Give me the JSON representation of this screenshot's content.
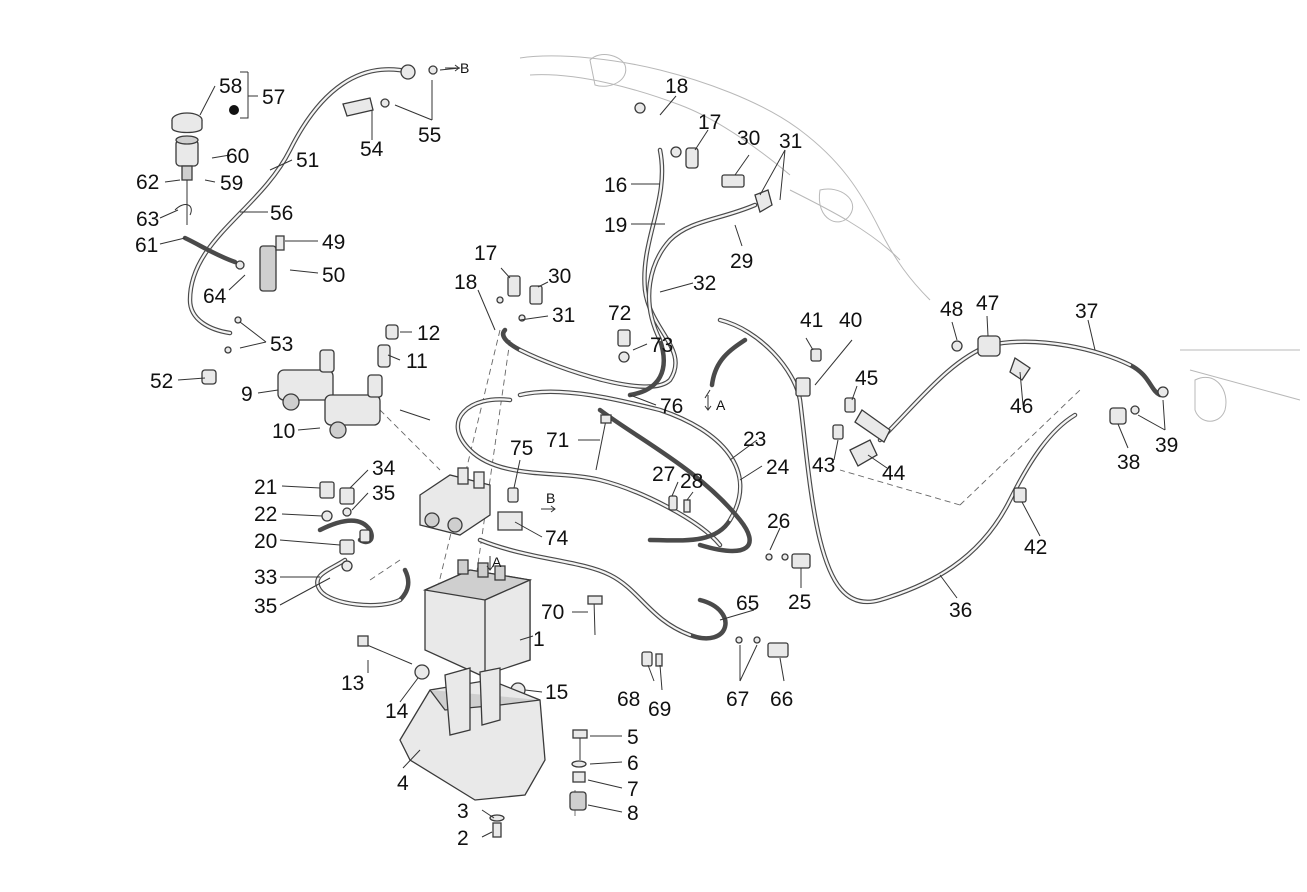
{
  "labels": {
    "l1": "1",
    "l2": "2",
    "l3": "3",
    "l4": "4",
    "l5": "5",
    "l6": "6",
    "l7": "7",
    "l8": "8",
    "l9": "9",
    "l10": "10",
    "l11": "11",
    "l12": "12",
    "l13": "13",
    "l14": "14",
    "l15": "15",
    "l16": "16",
    "l17a": "17",
    "l17b": "17",
    "l18a": "18",
    "l18b": "18",
    "l19": "19",
    "l20": "20",
    "l21": "21",
    "l22": "22",
    "l23": "23",
    "l24": "24",
    "l25": "25",
    "l26": "26",
    "l27": "27",
    "l28": "28",
    "l29": "29",
    "l30a": "30",
    "l30b": "30",
    "l31a": "31",
    "l31b": "31",
    "l32": "32",
    "l33": "33",
    "l34": "34",
    "l35a": "35",
    "l35b": "35",
    "l36": "36",
    "l37": "37",
    "l38": "38",
    "l39": "39",
    "l40": "40",
    "l41": "41",
    "l42": "42",
    "l43": "43",
    "l44": "44",
    "l45": "45",
    "l46": "46",
    "l47": "47",
    "l48": "48",
    "l49": "49",
    "l50": "50",
    "l51": "51",
    "l52": "52",
    "l53": "53",
    "l54": "54",
    "l55": "55",
    "l56": "56",
    "l57": "57",
    "l58": "58",
    "l59": "59",
    "l60": "60",
    "l61": "61",
    "l62": "62",
    "l63": "63",
    "l64": "64",
    "l65": "65",
    "l66": "66",
    "l67": "67",
    "l68": "68",
    "l69": "69",
    "l70": "70",
    "l71": "71",
    "l72": "72",
    "l73": "73",
    "l74": "74",
    "l75": "75",
    "l76": "76"
  },
  "markers": {
    "b_top": "B",
    "a_right": "A",
    "b_mid": "B",
    "a_mid": "A"
  }
}
